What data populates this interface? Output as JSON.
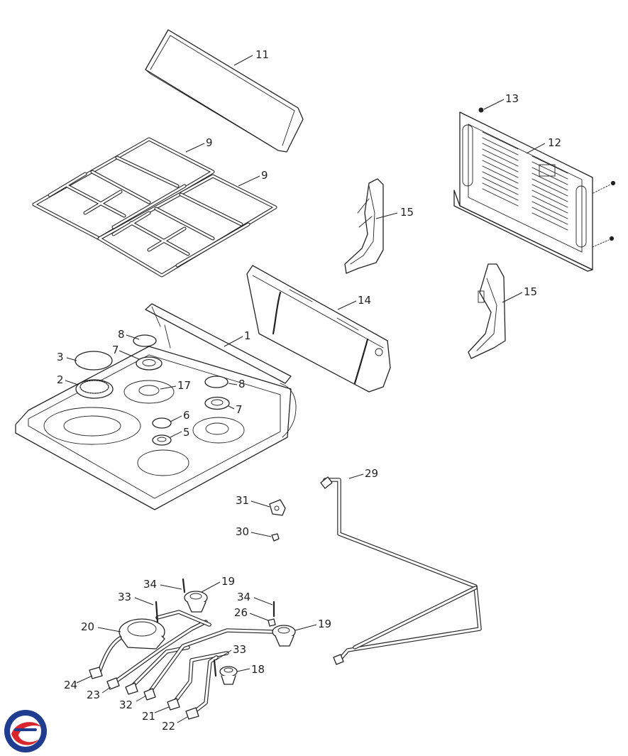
{
  "callouts": {
    "c1": "1",
    "c2": "2",
    "c3": "3",
    "c5": "5",
    "c6": "6",
    "c7a": "7",
    "c7b": "7",
    "c8a": "8",
    "c8b": "8",
    "c9a": "9",
    "c9b": "9",
    "c11": "11",
    "c12": "12",
    "c13": "13",
    "c14": "14",
    "c15a": "15",
    "c15b": "15",
    "c17": "17",
    "c18": "18",
    "c19a": "19",
    "c19b": "19",
    "c20": "20",
    "c21": "21",
    "c22": "22",
    "c23": "23",
    "c24": "24",
    "c26": "26",
    "c29": "29",
    "c30": "30",
    "c31": "31",
    "c32": "32",
    "c33a": "33",
    "c33b": "33",
    "c34a": "34",
    "c34b": "34"
  },
  "logo": {
    "colors": [
      "#1f3c8f",
      "#d9262c"
    ]
  }
}
